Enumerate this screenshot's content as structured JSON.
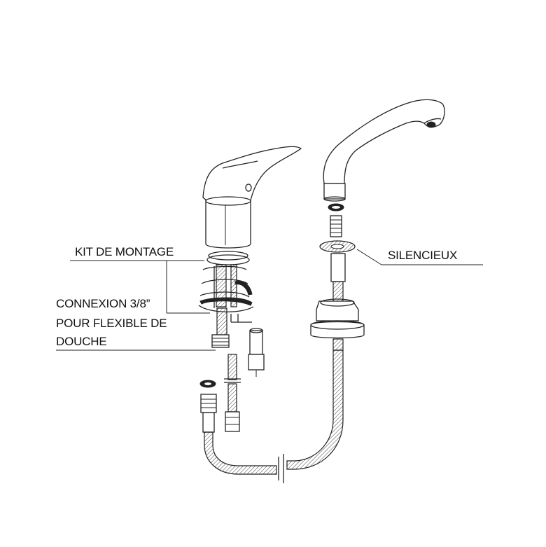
{
  "labels": {
    "kit": "KIT DE MONTAGE",
    "connexion_line1": "CONNEXION 3/8”",
    "connexion_line2": "POUR FLEXIBLE DE",
    "connexion_line3": "DOUCHE",
    "silencieux": "SILENCIEUX"
  },
  "colors": {
    "line": "#222222",
    "background": "#ffffff"
  }
}
